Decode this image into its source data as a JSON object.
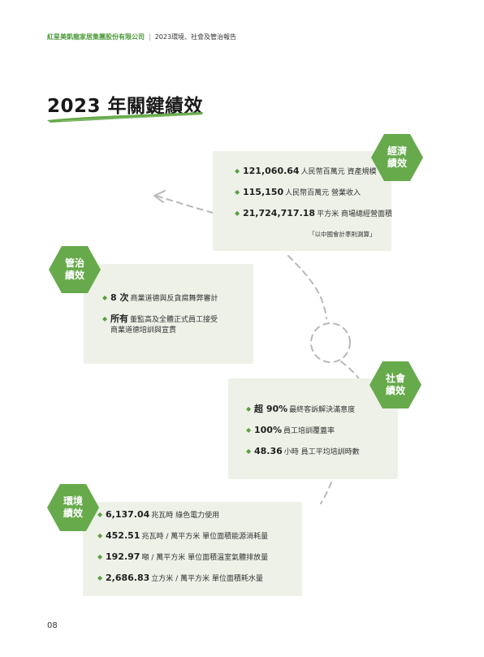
{
  "header": {
    "company": "紅星美凱龍家居集團股份有限公司",
    "separator": "|",
    "report": "2023環境、社會及管治報告"
  },
  "title": "2023 年關鍵績效",
  "economic": {
    "label_line1": "經濟",
    "label_line2": "績效",
    "items": [
      {
        "value": "121,060.64",
        "text": "人民幣百萬元 資產規模"
      },
      {
        "value": "115,150",
        "text": "人民幣百萬元 營業收入"
      },
      {
        "value": "21,724,717.18",
        "text": "平方米 商場總經營面積"
      }
    ],
    "note": "「以中國會計準則測算」"
  },
  "governance": {
    "label_line1": "管治",
    "label_line2": "績效",
    "items": [
      {
        "value": "8 次",
        "text": "商業道德與反貪腐舞弊審計"
      },
      {
        "value": "所有",
        "text": "董監高及全體正式員工接受"
      }
    ],
    "item2_line2": "商業道德培訓與宣貫"
  },
  "social": {
    "label_line1": "社會",
    "label_line2": "績效",
    "items": [
      {
        "value": "超 90%",
        "text": "最終客訴解決滿意度"
      },
      {
        "value": "100%",
        "text": "員工培訓覆蓋率"
      },
      {
        "value": "48.36",
        "text": "小時 員工平均培訓時數"
      }
    ]
  },
  "environmental": {
    "label_line1": "環境",
    "label_line2": "績效",
    "items": [
      {
        "value": "6,137.04",
        "text": "兆瓦時 綠色電力使用"
      },
      {
        "value": "452.51",
        "text": "兆瓦時 / 萬平方米 單位面積能源消耗量"
      },
      {
        "value": "192.97",
        "text": "噸 / 萬平方米 單位面積溫室氣體排放量"
      },
      {
        "value": "2,686.83",
        "text": "立方米 / 萬平方米 單位面積耗水量"
      }
    ]
  },
  "bullet_symbol": "◆",
  "colors": {
    "accent_green": "#67aa4c",
    "panel_bg": "#eef1e8",
    "deco_gray": "#b8b8b8"
  },
  "page_number": "08"
}
